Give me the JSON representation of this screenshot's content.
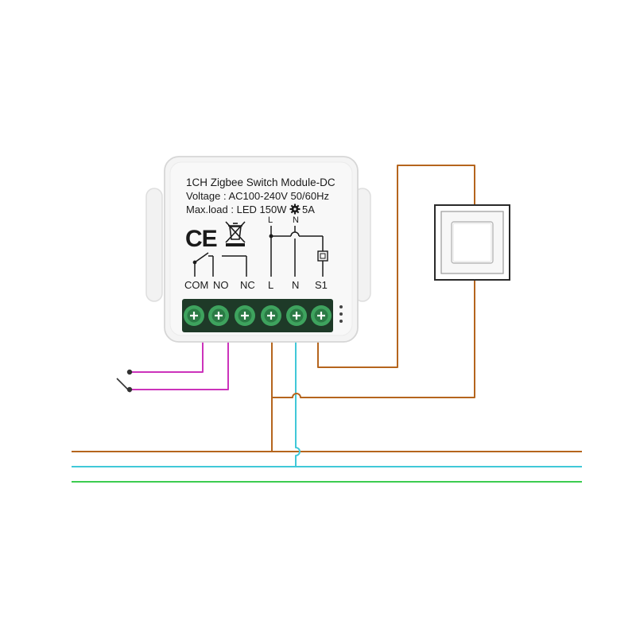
{
  "module": {
    "title": "1CH Zigbee Switch Module-DC",
    "voltage": "Voltage : AC100-240V 50/60Hz",
    "maxload": "Max.load : LED 150W",
    "maxload_amps": "5A",
    "ce_mark": "CE",
    "schematic_labels": {
      "L_top": "L",
      "N_top": "N"
    },
    "terminals": [
      "COM",
      "NO",
      "NC",
      "L",
      "N",
      "S1"
    ]
  },
  "wire_colors": {
    "live": "#b5651d",
    "neutral": "#40c8d8",
    "earth": "#3ccc50",
    "dry_contact": "#cc33bb"
  },
  "icons": {
    "ce": "ce-mark-icon",
    "weee": "crossed-bin-icon",
    "temperature": "gear-icon",
    "wall_switch": "wall-switch-icon",
    "external_switch": "open-switch-icon",
    "terminal": "screw-terminal-icon"
  }
}
